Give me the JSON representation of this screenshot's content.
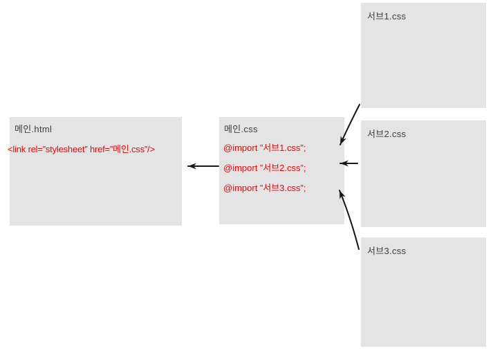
{
  "diagram": {
    "main_html": {
      "title": "메인.html",
      "code_line": "<link rel=”stylesheet” href=”메인.css”/>"
    },
    "main_css": {
      "title": "메인.css",
      "imports": [
        "@import ”서브1.css”;",
        "@import ”서브2.css”;",
        "@import ”서브3.css”;"
      ]
    },
    "subs": [
      {
        "title": "서브1.css"
      },
      {
        "title": "서브2.css"
      },
      {
        "title": "서브3.css"
      }
    ],
    "colors": {
      "box_bg": "#e4e4e4",
      "code_red": "#ff0000",
      "title_gray": "#3c3c3c",
      "arrow_black": "#161616"
    }
  }
}
